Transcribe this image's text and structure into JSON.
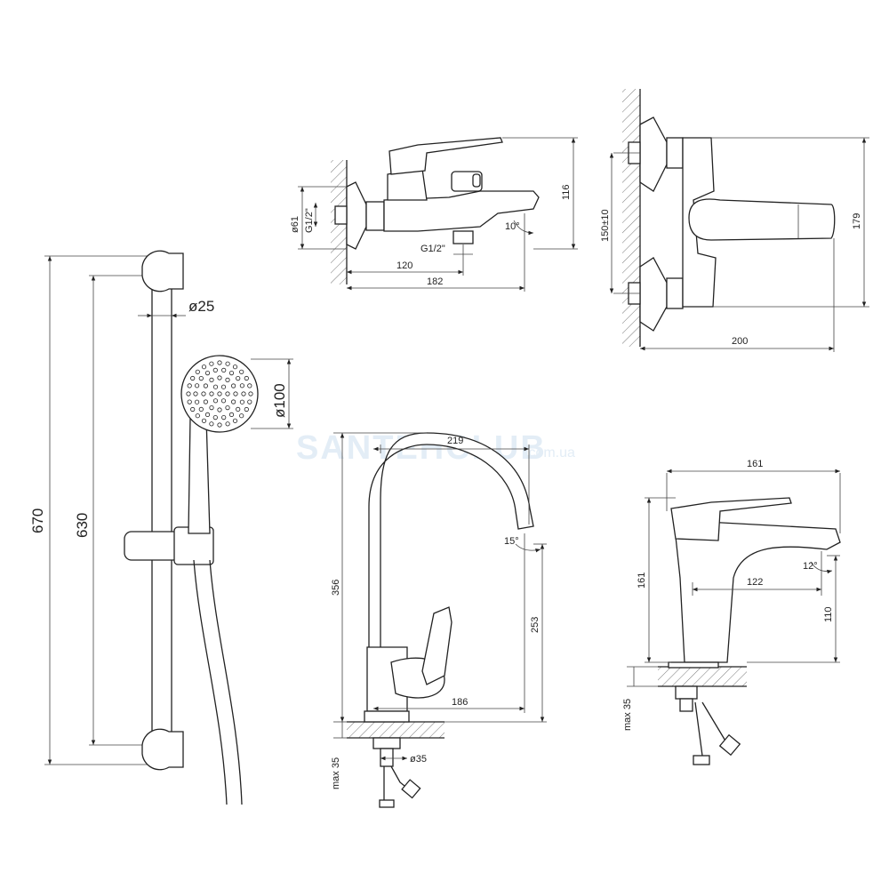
{
  "watermark": {
    "brand": "SANTEHCLUB",
    "domain": ".com.ua"
  },
  "shower_set": {
    "rail_length": "670",
    "holder_spacing": "630",
    "rail_diameter": "ø25",
    "head_diameter": "ø100"
  },
  "bath_mixer_side": {
    "flange_diameter": "ø61",
    "inlet_thread": "G1/2\"",
    "outlet_thread": "G1/2\"",
    "height": "116",
    "outlet_offset": "120",
    "spout_length": "182",
    "spout_angle": "10°"
  },
  "bath_mixer_front": {
    "inlet_spacing": "150±10",
    "height": "179",
    "depth": "200"
  },
  "kitchen_mixer": {
    "spout_reach": "219",
    "total_height": "356",
    "spout_height": "253",
    "spout_offset": "186",
    "spout_angle": "15°",
    "max_thickness": "max 35",
    "hole_diameter": "ø35"
  },
  "basin_mixer": {
    "length": "161",
    "height": "161",
    "spout_reach": "122",
    "spout_height": "110",
    "spout_angle": "12°",
    "max_thickness": "max 35"
  }
}
